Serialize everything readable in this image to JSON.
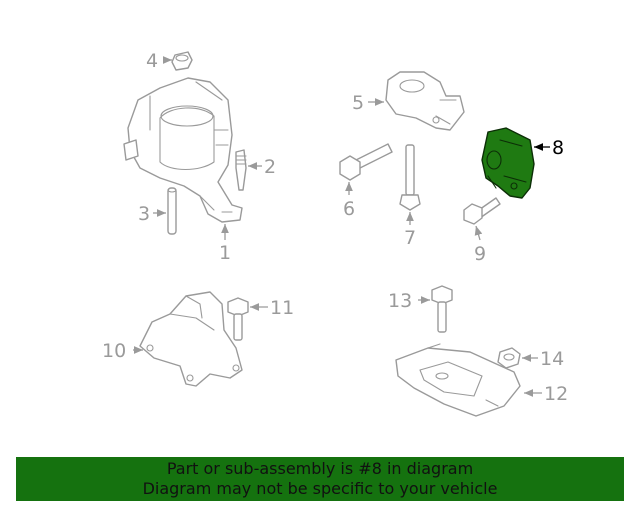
{
  "callouts": {
    "c1": "1",
    "c2": "2",
    "c3": "3",
    "c4": "4",
    "c5": "5",
    "c6": "6",
    "c7": "7",
    "c8": "8",
    "c9": "9",
    "c10": "10",
    "c11": "11",
    "c12": "12",
    "c13": "13",
    "c14": "14"
  },
  "highlighted_part": "8",
  "colors": {
    "highlight": "#1f7a12",
    "banner": "#15720f",
    "line": "#9a9a9a"
  },
  "banner": {
    "line1": "Part or sub-assembly is #8 in diagram",
    "line2": "Diagram may not be specific to your vehicle"
  }
}
